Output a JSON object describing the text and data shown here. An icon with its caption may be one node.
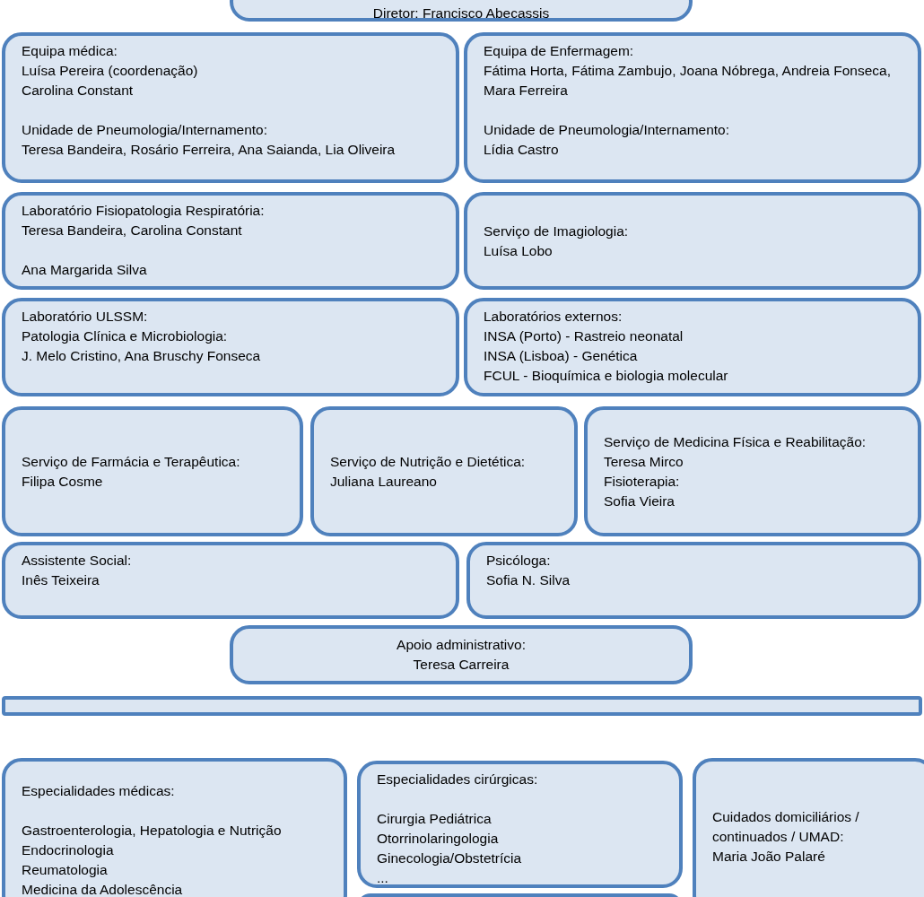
{
  "diagram": {
    "nodes": [
      {
        "text": [
          "Diretor: Francisco Abecassis"
        ]
      },
      {
        "text": [
          "Equipa médica:",
          "Luísa Pereira (coordenação)",
          "Carolina Constant",
          "Unidade de Pneumologia/Internamento:",
          "Teresa Bandeira, Rosário Ferreira, Ana Saianda, Lia Oliveira"
        ]
      },
      {
        "text": [
          "Equipa de Enfermagem:",
          "Fátima Horta, Fátima Zambujo, Joana Nóbrega, Andreia Fonseca, Mara Ferreira",
          "Unidade de Pneumologia/Internamento:",
          "Lídia Castro"
        ]
      },
      {
        "text": [
          "Laboratório Fisiopatologia Respiratória:",
          "Teresa Bandeira, Carolina Constant",
          "Ana Margarida Silva"
        ]
      },
      {
        "text": [
          "Serviço de Imagiologia:",
          "Luísa Lobo"
        ]
      },
      {
        "text": [
          "Laboratório ULSSM:",
          "Patologia Clínica e Microbiologia:",
          "J. Melo Cristino, Ana Bruschy Fonseca"
        ]
      },
      {
        "text": [
          "Laboratórios externos:",
          "INSA (Porto) - Rastreio neonatal",
          "INSA (Lisboa) - Genética",
          "FCUL - Bioquímica e biologia molecular"
        ]
      },
      {
        "text": [
          "Serviço de Farmácia e Terapêutica:",
          "Filipa Cosme"
        ]
      },
      {
        "text": [
          "Serviço de Nutrição e Dietética:",
          "Juliana Laureano"
        ]
      },
      {
        "text": [
          "Serviço de Medicina Física e Reabilitação:",
          "Teresa Mirco",
          "Fisioterapia:",
          "Sofia Vieira"
        ]
      },
      {
        "text": [
          "Assistente Social:",
          "Inês Teixeira"
        ]
      },
      {
        "text": [
          "Psicóloga:",
          "Sofia N. Silva"
        ]
      },
      {
        "text": [
          "Apoio administrativo:",
          "Teresa Carreira"
        ]
      },
      {
        "text": [],
        "shape": "bar"
      },
      {
        "text": [
          "Especialidades médicas:",
          "Gastroenterologia, Hepatologia e Nutrição",
          "Endocrinologia",
          "Reumatologia",
          "Medicina da Adolescência"
        ]
      },
      {
        "text": [
          "Especialidades cirúrgicas:",
          "Cirurgia Pediátrica",
          "Otorrinolaringologia",
          "Ginecologia/Obstetrícia",
          "..."
        ]
      },
      {
        "text": [
          "Cuidados domiciliários / continuados / UMAD:",
          "Maria João Palaré"
        ]
      },
      {
        "text": [],
        "shape": "box"
      }
    ]
  }
}
